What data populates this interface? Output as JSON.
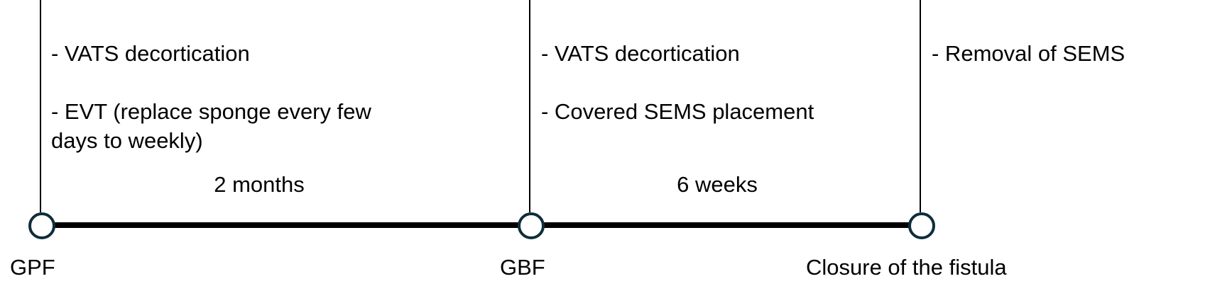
{
  "milestones": [
    {
      "label": "GPF",
      "treatments": [
        "- VATS decortication",
        "- EVT (replace sponge every few days to weekly)"
      ]
    },
    {
      "label": "GBF",
      "treatments": [
        "- VATS decortication",
        "- Covered SEMS placement"
      ]
    },
    {
      "label": "Closure of the fistula",
      "treatments": [
        "- Removal of SEMS"
      ]
    }
  ],
  "durations": [
    "2 months",
    "6 weeks"
  ],
  "colors": {
    "node_stroke": "#0f2d3c",
    "line": "#000000"
  }
}
